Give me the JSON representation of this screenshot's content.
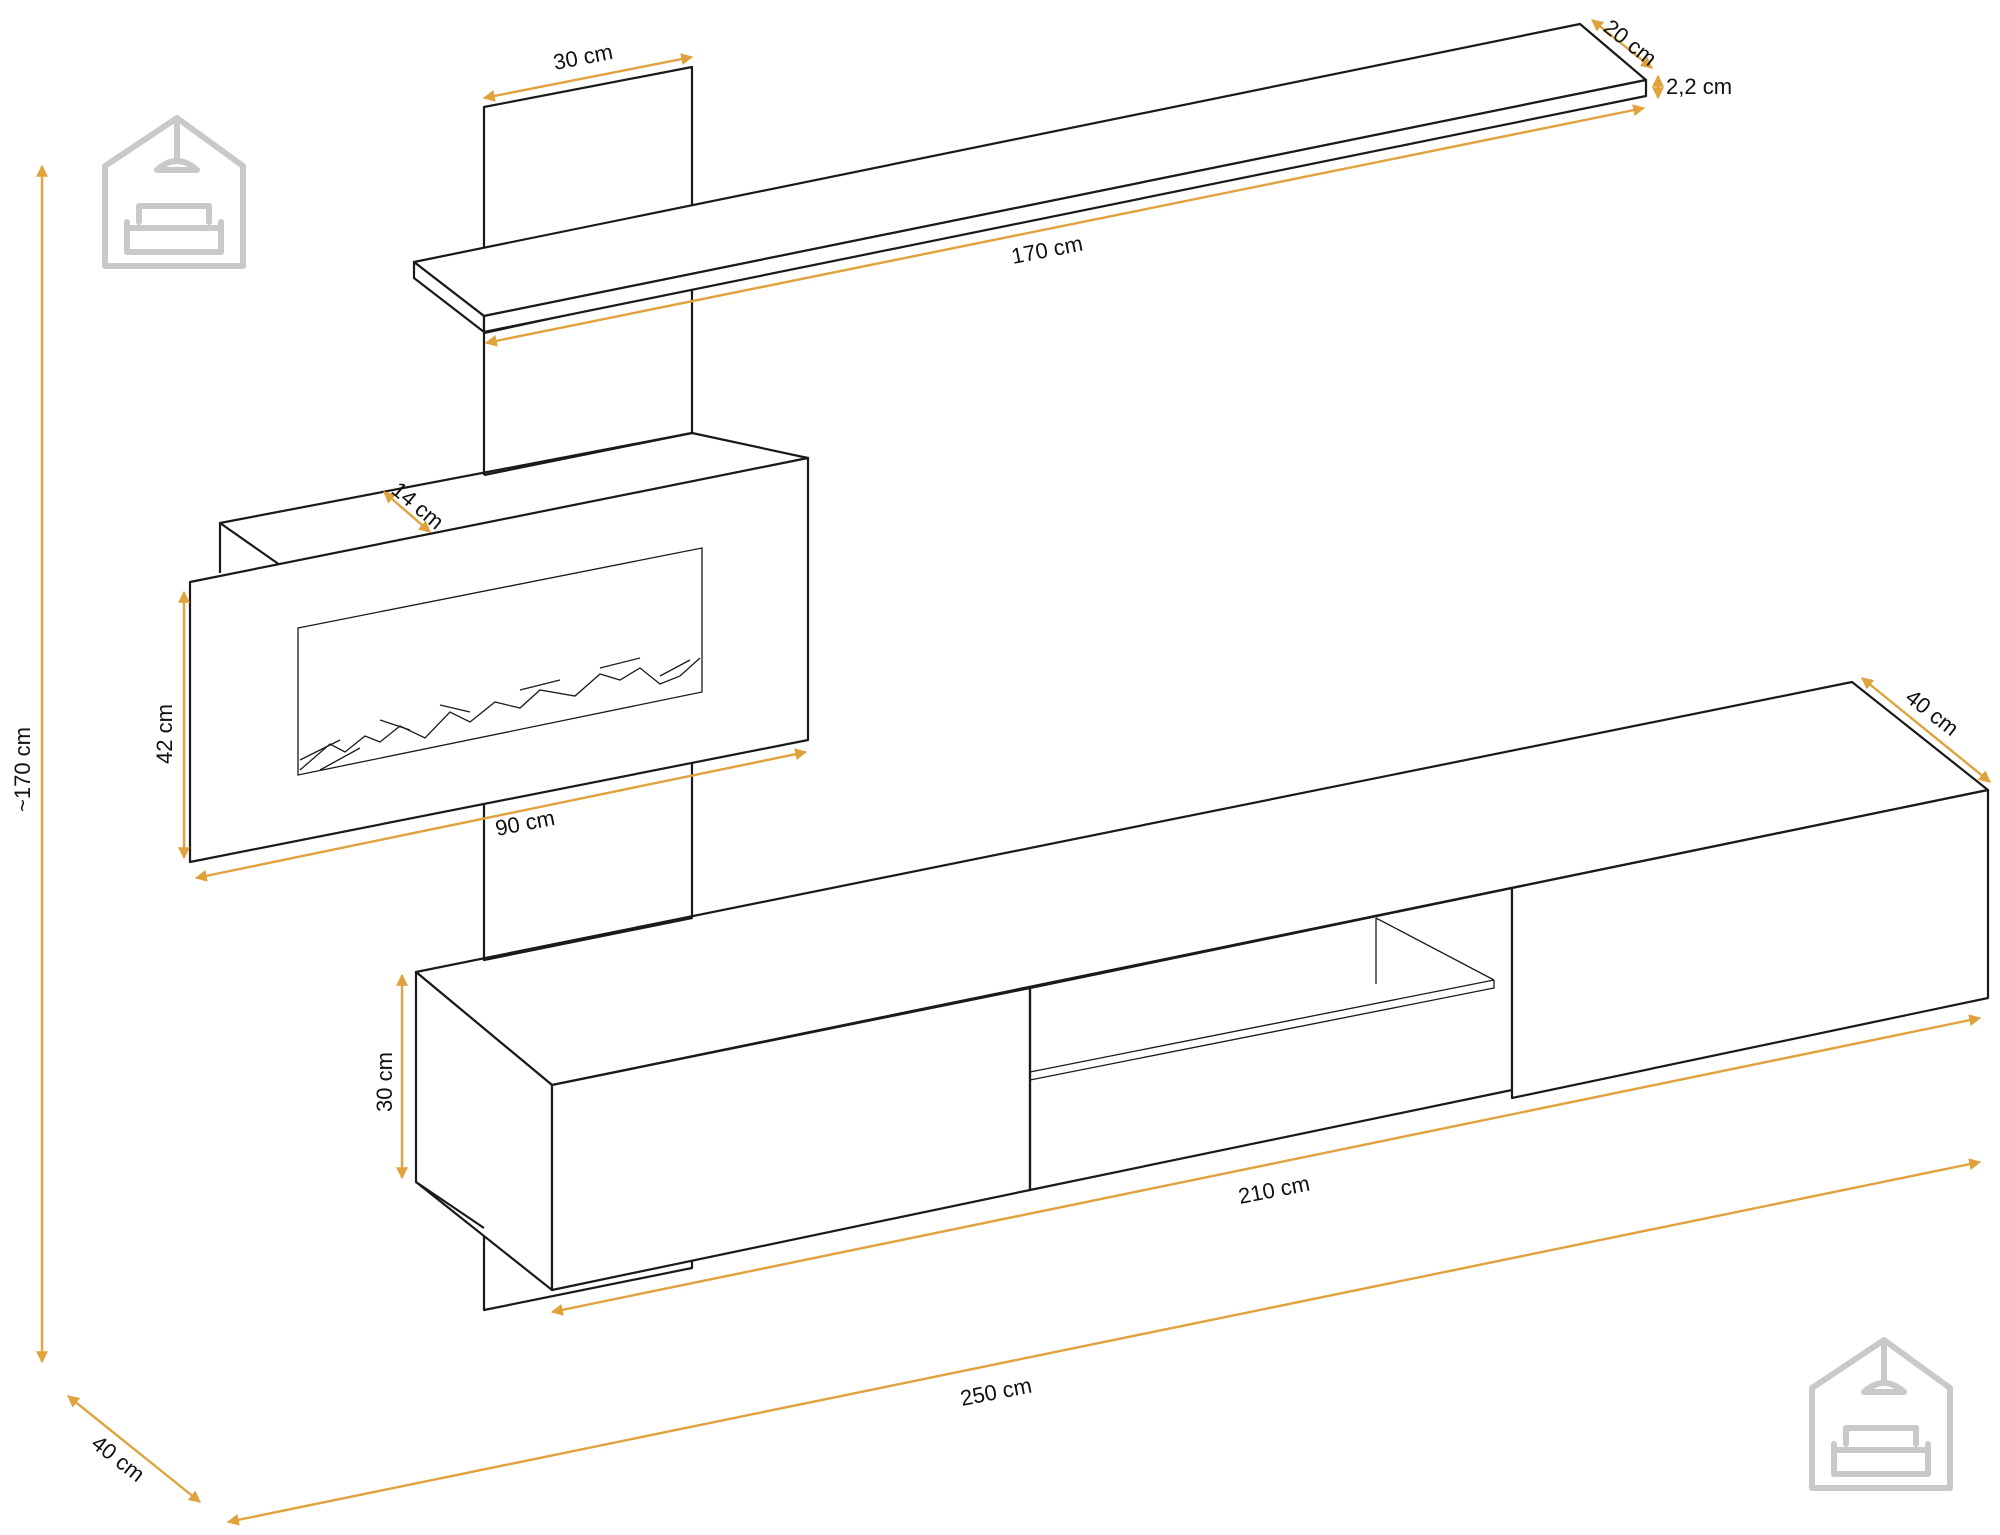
{
  "dimensions": {
    "top_panel_width": "30 cm",
    "shelf_depth": "20 cm",
    "shelf_thickness": "2,2 cm",
    "shelf_length": "170 cm",
    "fireplace_depth": "14 cm",
    "fireplace_height": "42 cm",
    "fireplace_width": "90 cm",
    "cabinet_depth": "40 cm",
    "cabinet_height": "30 cm",
    "cabinet_length": "210 cm",
    "total_width": "250 cm",
    "total_depth": "40 cm",
    "total_height": "~170 cm"
  },
  "colors": {
    "dimension_line": "#e0a23c",
    "outline": "#1a1a1a",
    "logo": "#c9c9c9"
  },
  "icons": [
    "house-logo-icon"
  ]
}
